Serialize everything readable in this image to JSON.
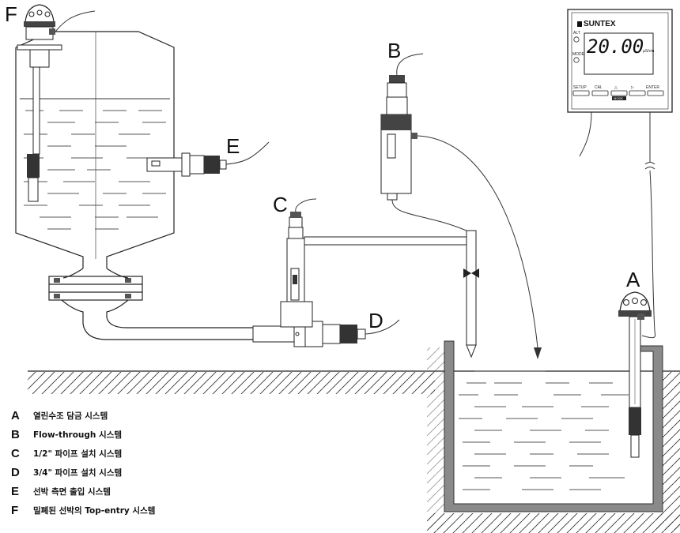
{
  "labels": {
    "A": "A",
    "B": "B",
    "C": "C",
    "D": "D",
    "E": "E",
    "F": "F"
  },
  "meter": {
    "brand": "SUNTEX",
    "reading": "20.00",
    "unit": "µS/cm",
    "side_labels": [
      "ALT",
      "MODE"
    ],
    "buttons": [
      "SETUP",
      "CAL",
      "△",
      "▷",
      "ENTER"
    ],
    "mode_tag": "MODE"
  },
  "legend": [
    {
      "key": "A",
      "text": "열린수조 담금 시스템"
    },
    {
      "key": "B",
      "text": "Flow-through 시스템"
    },
    {
      "key": "C",
      "text": "1/2\" 파이프 설치 시스템"
    },
    {
      "key": "D",
      "text": "3/4\" 파이프 설치 시스템"
    },
    {
      "key": "E",
      "text": "선박 측면 출입 시스템"
    },
    {
      "key": "F",
      "text": "밀폐된 선박의 Top-entry 시스템"
    }
  ],
  "colors": {
    "line": "#222222",
    "tank_wall": "#777777",
    "probe_dark": "#333333"
  }
}
